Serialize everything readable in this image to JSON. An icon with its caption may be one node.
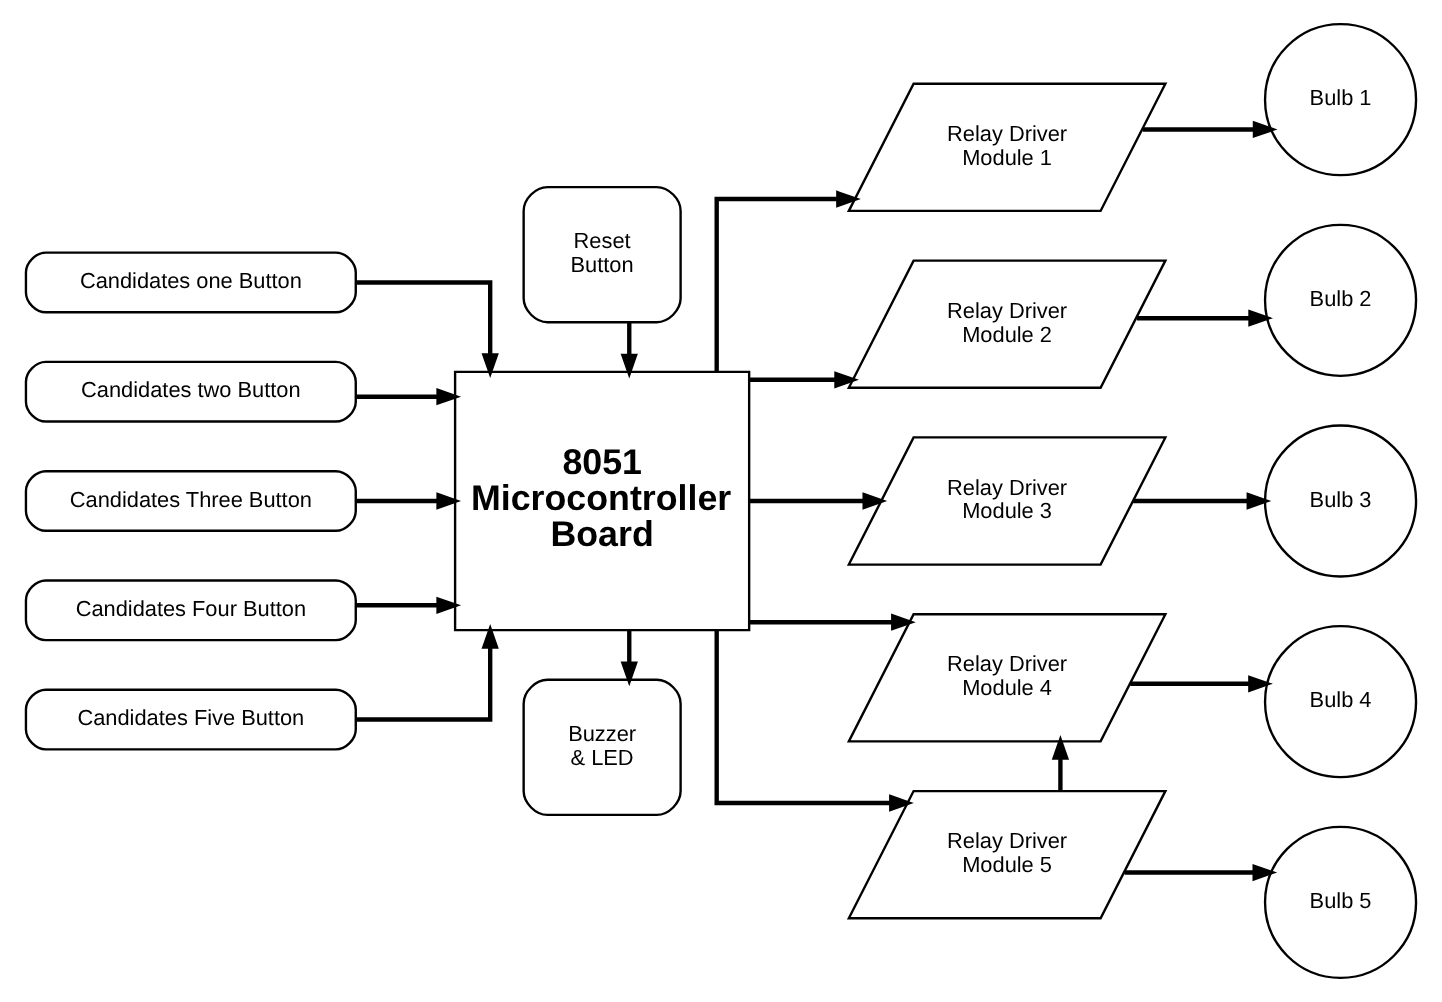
{
  "diagram": {
    "nodes": [
      {
        "text": [
          "Candidates one Button"
        ]
      },
      {
        "text": [
          "Candidates two Button"
        ]
      },
      {
        "text": [
          "Candidates Three Button"
        ]
      },
      {
        "text": [
          "Candidates Four Button"
        ]
      },
      {
        "text": [
          "Candidates Five Button"
        ]
      },
      {
        "text": [
          "Reset Button"
        ]
      },
      {
        "text": [
          "8051 Microcontroller Board"
        ]
      },
      {
        "text": [
          "Buzzer & LED"
        ]
      },
      {
        "text": [
          "Relay Driver Module 1"
        ]
      },
      {
        "text": [
          "Relay Driver Module 2"
        ]
      },
      {
        "text": [
          "Relay Driver Module 3"
        ]
      },
      {
        "text": [
          "Relay Driver Module 4"
        ]
      },
      {
        "text": [
          "Relay Driver Module 5"
        ]
      },
      {
        "text": [
          "Bulb 1"
        ]
      },
      {
        "text": [
          "Bulb 2"
        ]
      },
      {
        "text": [
          "Bulb 3"
        ]
      },
      {
        "text": [
          "Bulb 4"
        ]
      },
      {
        "text": [
          "Bulb 5"
        ]
      }
    ],
    "edges": [
      {
        "from": 0,
        "to": 6,
        "arrow": "to"
      },
      {
        "from": 1,
        "to": 6,
        "arrow": "to"
      },
      {
        "from": 2,
        "to": 6,
        "arrow": "to"
      },
      {
        "from": 3,
        "to": 6,
        "arrow": "to"
      },
      {
        "from": 4,
        "to": 6,
        "arrow": "to"
      },
      {
        "from": 5,
        "to": 6,
        "arrow": "to"
      },
      {
        "from": 6,
        "to": 7,
        "arrow": "to"
      },
      {
        "from": 6,
        "to": 8,
        "arrow": "to"
      },
      {
        "from": 6,
        "to": 9,
        "arrow": "to"
      },
      {
        "from": 6,
        "to": 10,
        "arrow": "to"
      },
      {
        "from": 6,
        "to": 11,
        "arrow": "to"
      },
      {
        "from": 6,
        "to": 12,
        "arrow": "to"
      },
      {
        "from": 8,
        "to": 13,
        "arrow": "to"
      },
      {
        "from": 9,
        "to": 14,
        "arrow": "to"
      },
      {
        "from": 10,
        "to": 15,
        "arrow": "to"
      },
      {
        "from": 11,
        "to": 16,
        "arrow": "to"
      },
      {
        "from": 12,
        "to": 17,
        "arrow": "to"
      },
      {
        "from": 12,
        "to": 11,
        "arrow": "to"
      }
    ]
  }
}
